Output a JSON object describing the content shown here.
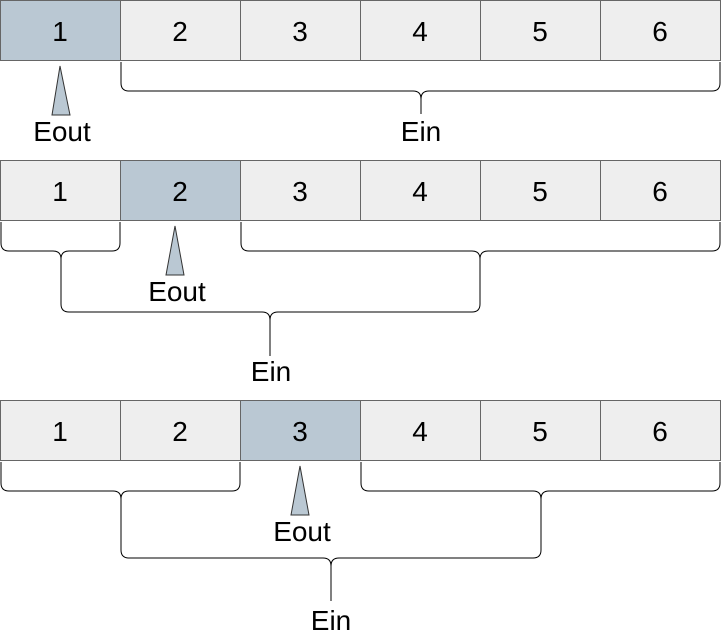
{
  "colors": {
    "cell_fill": "#eeeeee",
    "highlight_fill": "#bac8d3",
    "marker_fill": "#bac8d3"
  },
  "rows": [
    {
      "cells": [
        "1",
        "2",
        "3",
        "4",
        "5",
        "6"
      ],
      "highlighted_cell": "1",
      "marker_label": "Eout",
      "brace_label": "Ein"
    },
    {
      "cells": [
        "1",
        "2",
        "3",
        "4",
        "5",
        "6"
      ],
      "highlighted_cell": "2",
      "marker_label": "Eout",
      "brace_label": "Ein"
    },
    {
      "cells": [
        "1",
        "2",
        "3",
        "4",
        "5",
        "6"
      ],
      "highlighted_cell": "3",
      "marker_label": "Eout",
      "brace_label": "Ein"
    }
  ]
}
